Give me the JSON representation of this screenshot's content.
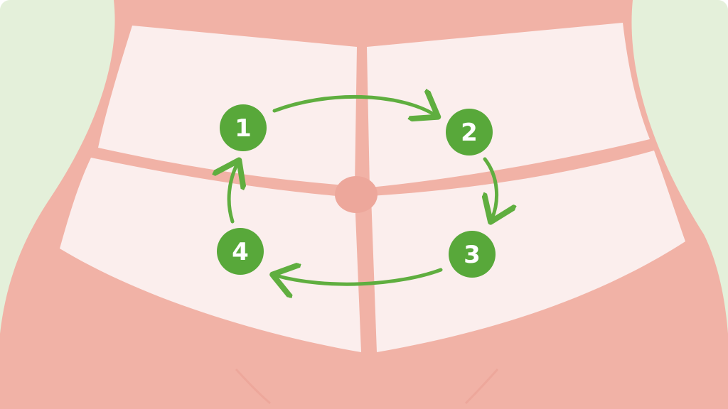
{
  "colors": {
    "background": "#e4f0da",
    "skin": "#f1b2a6",
    "quadrant_fill": "#fbeeed",
    "divider": "#eda79b",
    "marker_fill": "#58a83a",
    "arrow": "#5fae3f",
    "number_text": "#ffffff"
  },
  "diagram": {
    "kind": "abdominal-quadrant-massage-sequence",
    "direction": "clockwise",
    "steps": [
      {
        "label": "1",
        "quadrant": "upper-left"
      },
      {
        "label": "2",
        "quadrant": "upper-right"
      },
      {
        "label": "3",
        "quadrant": "lower-right"
      },
      {
        "label": "4",
        "quadrant": "lower-left"
      }
    ]
  }
}
